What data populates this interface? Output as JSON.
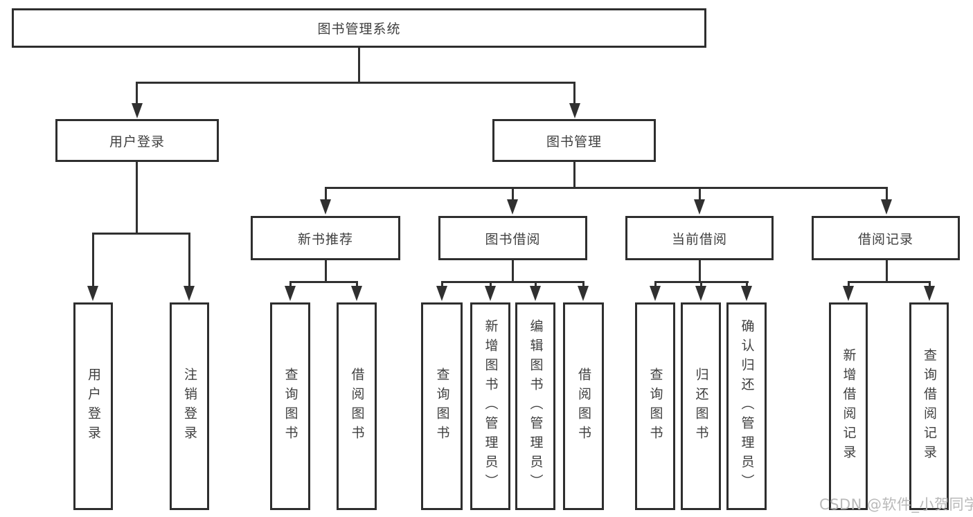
{
  "tree": {
    "root": {
      "label": "图书管理系统"
    },
    "branches": [
      {
        "label": "用户登录",
        "children": [
          {
            "label": "用户登录"
          },
          {
            "label": "注销登录"
          }
        ]
      },
      {
        "label": "图书管理",
        "children": [
          {
            "label": "新书推荐",
            "children": [
              {
                "label": "查询图书"
              },
              {
                "label": "借阅图书"
              }
            ]
          },
          {
            "label": "图书借阅",
            "children": [
              {
                "label": "查询图书"
              },
              {
                "label": "新增图书（管理员）"
              },
              {
                "label": "编辑图书（管理员）"
              },
              {
                "label": "借阅图书"
              }
            ]
          },
          {
            "label": "当前借阅",
            "children": [
              {
                "label": "查询图书"
              },
              {
                "label": "归还图书"
              },
              {
                "label": "确认归还（管理员）"
              }
            ]
          },
          {
            "label": "借阅记录",
            "children": [
              {
                "label": "新增借阅记录"
              },
              {
                "label": "查询借阅记录"
              }
            ]
          }
        ]
      }
    ]
  },
  "watermark": "CSDN @软件_小贺同学",
  "colors": {
    "line": "#303030",
    "box_border": "#2e2e2e",
    "text": "#3f3f3f",
    "watermark": "#b9b9b9",
    "background": "#ffffff"
  }
}
